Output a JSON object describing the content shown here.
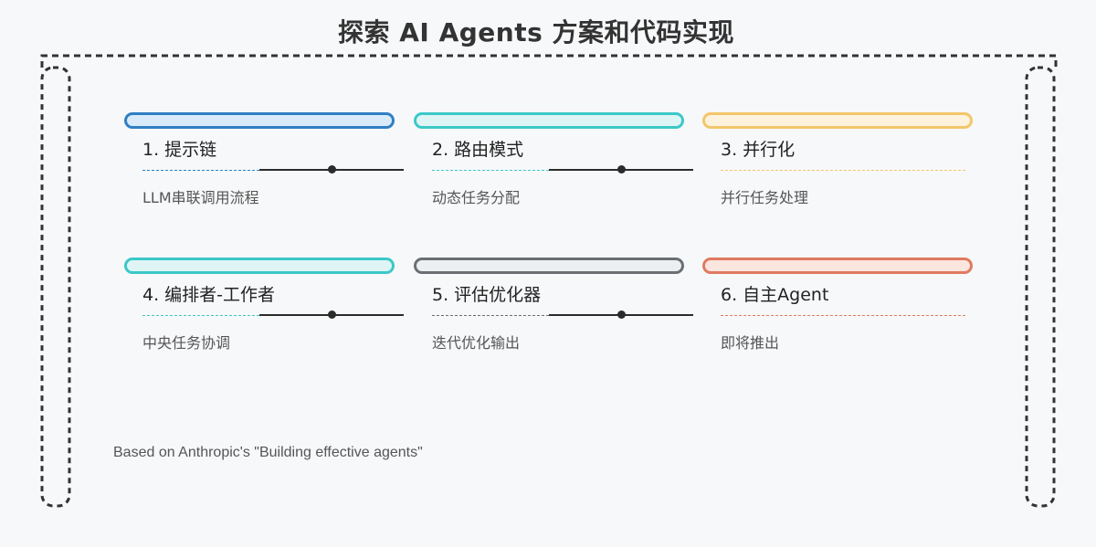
{
  "title": "探索 AI Agents 方案和代码实现",
  "cards": [
    {
      "title": "1. 提示链",
      "subtitle": "LLM串联调用流程",
      "color": "#2f7fc4",
      "fill": "#d9ebfa",
      "slider": true
    },
    {
      "title": "2. 路由模式",
      "subtitle": "动态任务分配",
      "color": "#3cc8c8",
      "fill": "#dff5f5",
      "slider": true
    },
    {
      "title": "3. 并行化",
      "subtitle": "并行任务处理",
      "color": "#f3c66a",
      "fill": "#fdf2de",
      "slider": false
    },
    {
      "title": "4. 编排者-工作者",
      "subtitle": "中央任务协调",
      "color": "#3cc8c8",
      "fill": "#dff5f5",
      "slider": true
    },
    {
      "title": "5. 评估优化器",
      "subtitle": "迭代优化输出",
      "color": "#6b6f73",
      "fill": "#eceff1",
      "slider": true
    },
    {
      "title": "6. 自主Agent",
      "subtitle": "即将推出",
      "color": "#e07a5f",
      "fill": "#fbe5df",
      "slider": false
    }
  ],
  "footer": "Based on Anthropic's \"Building effective agents\""
}
